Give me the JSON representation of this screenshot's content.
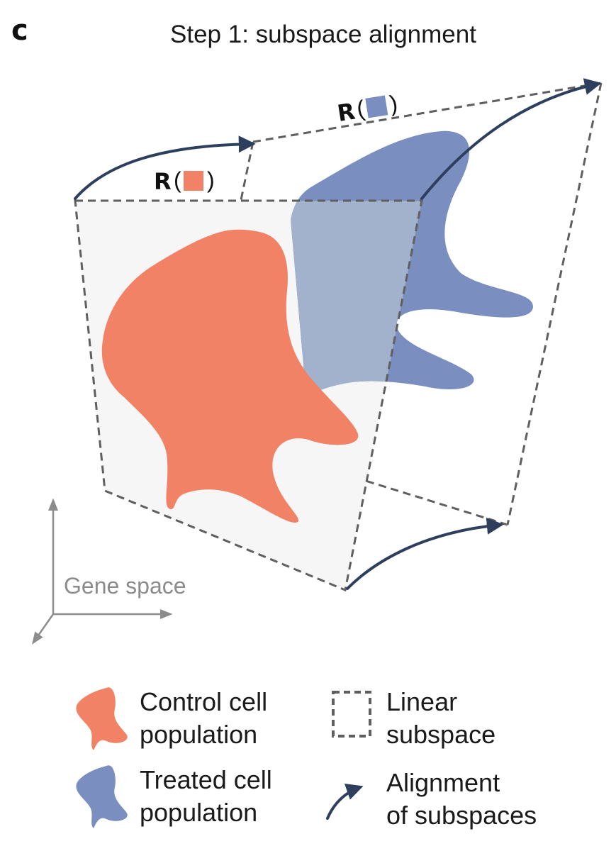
{
  "panel_label": "c",
  "title": "Step 1: subspace alignment",
  "rotation_labels": {
    "control": {
      "letter": "R",
      "open": "(",
      "close": ")"
    },
    "treated": {
      "letter": "R",
      "open": "(",
      "close": ")"
    }
  },
  "axis_label": "Gene space",
  "legend": {
    "control": {
      "line1": "Control cell",
      "line2": "population"
    },
    "treated": {
      "line1": "Treated cell",
      "line2": "population"
    },
    "subspace": {
      "line1": "Linear",
      "line2": "subspace"
    },
    "alignment": {
      "line1": "Alignment",
      "line2": "of subspaces"
    }
  },
  "colors": {
    "control": "#f28266",
    "treated": "#7a8fbf",
    "treated_overlap": "#a3b2cc",
    "arrow": "#2e3f5e",
    "dashed": "#5f5f5f",
    "plane_fill": "#f6f6f6",
    "axis": "#8c8c8c"
  }
}
